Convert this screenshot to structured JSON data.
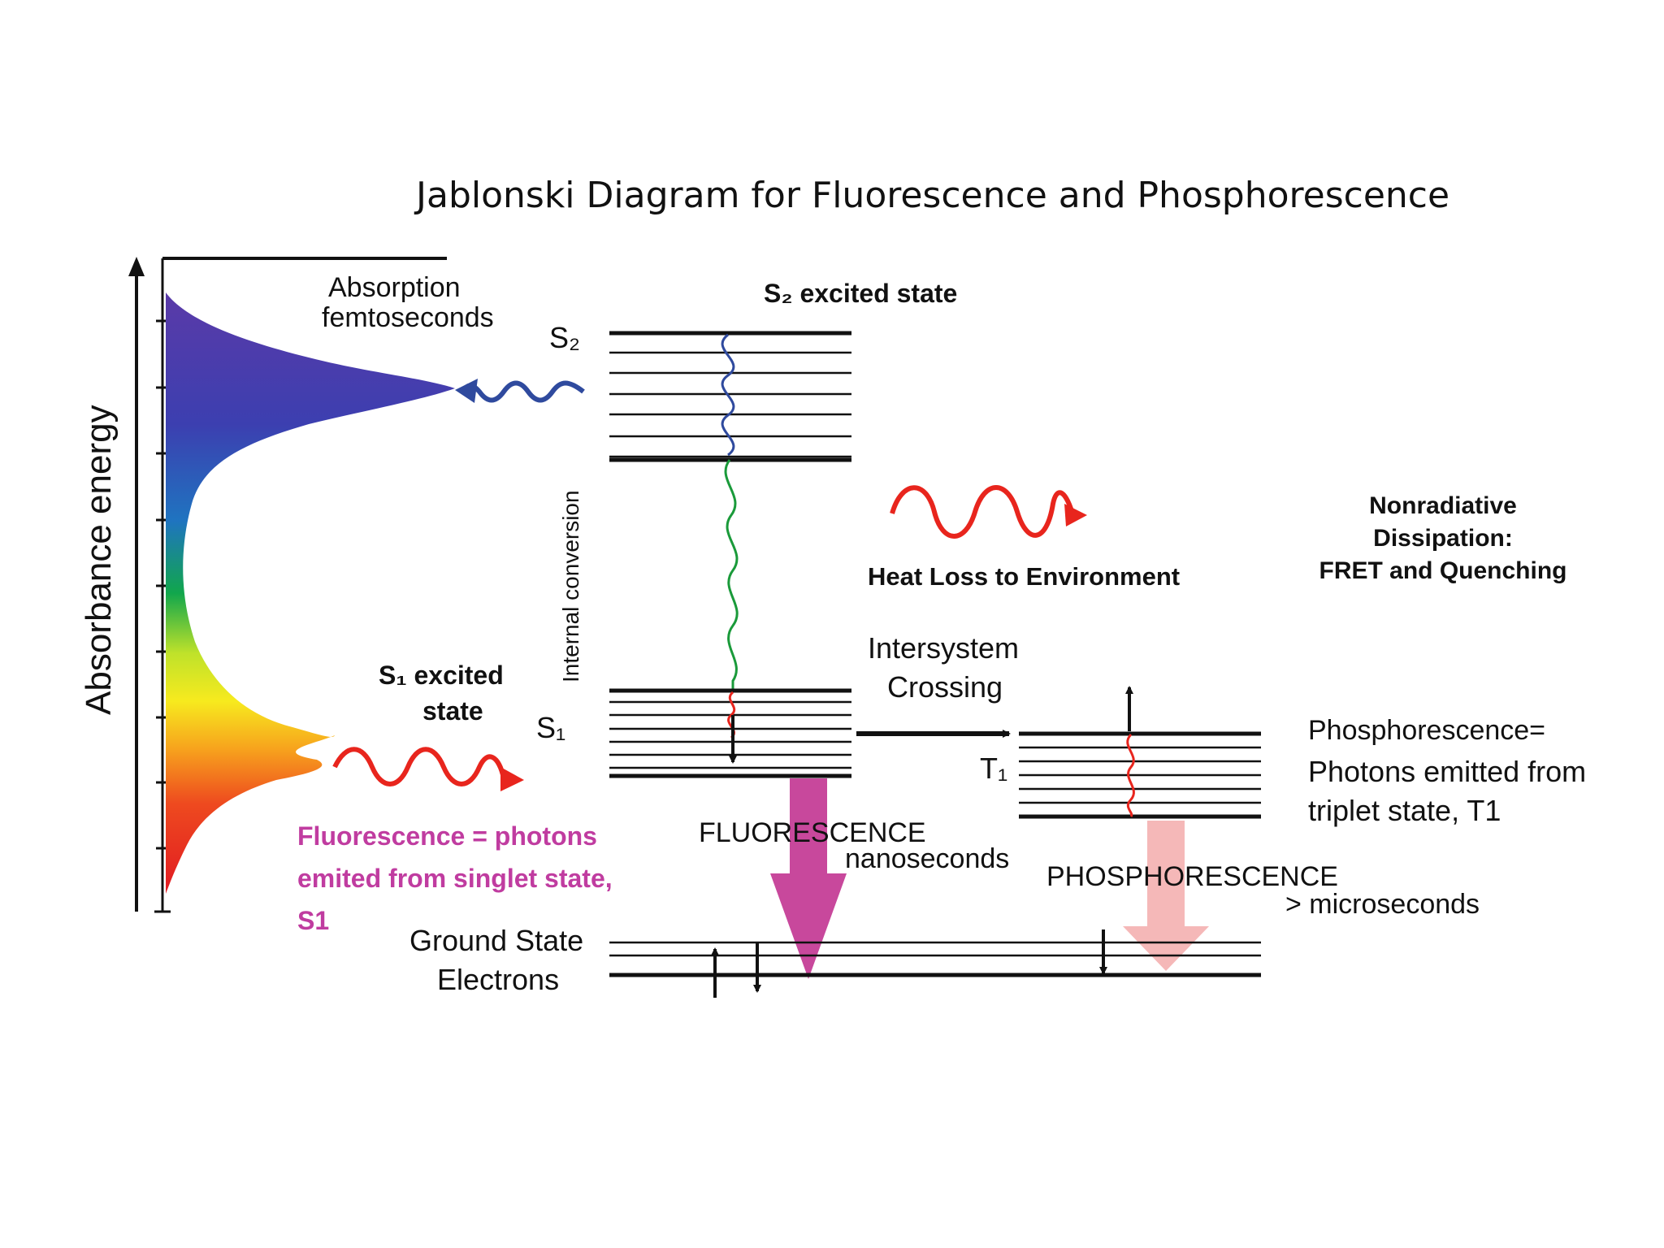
{
  "title": "Jablonski Diagram for Fluorescence and Phosphorescence",
  "y_axis_label": "Absorbance energy",
  "absorption": {
    "line1": "Absorption",
    "line2": "femtoseconds"
  },
  "s2": {
    "header": "S₂ excited state",
    "label": "S₂"
  },
  "s1": {
    "header_line1": "S₁ excited",
    "header_line2": "state",
    "label": "S₁"
  },
  "t1": {
    "label": "T₁"
  },
  "internal_conversion": "Internal conversion",
  "heat_loss": "Heat Loss to Environment",
  "nonradiative": {
    "line1": "Nonradiative",
    "line2": "Dissipation:",
    "line3": "FRET and Quenching"
  },
  "intersystem": {
    "line1": "Intersystem",
    "line2": "Crossing"
  },
  "phosphorescence_note": {
    "line1": "Phosphorescence=",
    "line2": "Photons emitted from",
    "line3": "triplet state, T1"
  },
  "fluorescence_note": {
    "line1": "Fluorescence = photons",
    "line2": "emited from singlet state,",
    "line3": "S1"
  },
  "fluorescence_arrow": {
    "label": "FLUORESCENCE",
    "time": "nanoseconds"
  },
  "phosphorescence_arrow": {
    "label": "PHOSPHORESCENCE",
    "time": "> microseconds"
  },
  "ground_state": {
    "line1": "Ground State",
    "line2": "Electrons"
  },
  "colors": {
    "fluorescence_arrow": "#c8489c",
    "phosphorescence_arrow": "#f5b8b8",
    "fluorescence_note": "#c03ca0",
    "red_wave": "#e8251d",
    "blue_wave": "#2f4a9e",
    "green_wave": "#1a9a3a"
  }
}
